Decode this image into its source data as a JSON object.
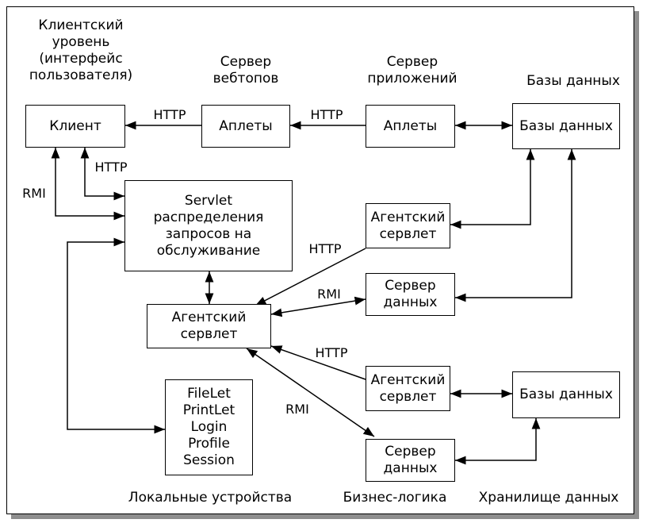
{
  "headers": {
    "client_level": "Клиентский\nуровень\n(интерфейс\nпользователя)",
    "web_server": "Сервер\nвебтопов",
    "app_server": "Сервер\nприложений",
    "databases": "Базы данных"
  },
  "boxes": {
    "client": "Клиент",
    "applets_web": "Аплеты",
    "applets_app": "Аплеты",
    "db_top": "Базы данных",
    "servlet_dispatch": "Servlet\nраспределения\nзапросов на\nобслуживание",
    "agent_servlet_main": "Агентский\nсервлет",
    "agent_servlet_1": "Агентский\nсервлет",
    "data_server_1": "Сервер\nданных",
    "agent_servlet_2": "Агентский\nсервлет",
    "db_bottom": "Базы данных",
    "data_server_2": "Сервер\nданных",
    "local_devices": "FileLet\nPrintLet\nLogin\nProfile\nSession"
  },
  "edge_labels": {
    "http_web_client": "HTTP",
    "http_app_web": "HTTP",
    "http_client_servlet": "HTTP",
    "rmi_client": "RMI",
    "http_agent1": "HTTP",
    "rmi_data1": "RMI",
    "http_agent2": "HTTP",
    "rmi_data2": "RMI"
  },
  "footers": {
    "local": "Локальные устройства",
    "business": "Бизнес-логика",
    "storage": "Хранилище данных"
  }
}
